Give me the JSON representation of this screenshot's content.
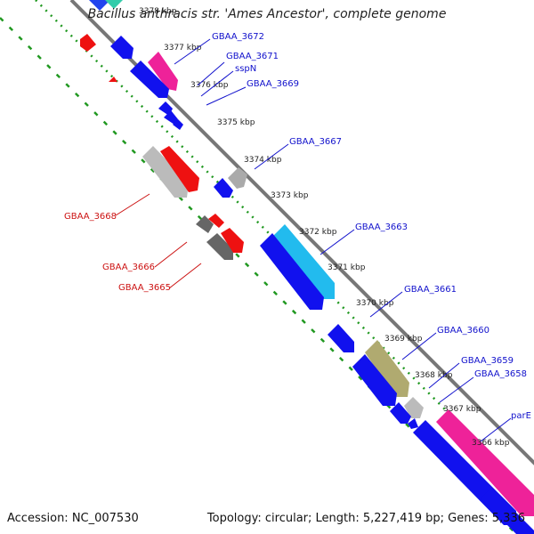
{
  "title": "Bacillus anthracis str. 'Ames Ancestor', complete genome",
  "accession_text": "Accession: NC_007530",
  "topology_text": "Topology: circular; Length: 5,227,419 bp; Genes: 5,336",
  "colors": {
    "backbone": "#777777",
    "ticks": "#229922",
    "label_blue": "#1111cc",
    "label_red": "#cc1111"
  },
  "kbp_ticks": [
    {
      "label": "3378 kbp"
    },
    {
      "label": "3377 kbp"
    },
    {
      "label": "3376 kbp"
    },
    {
      "label": "3375 kbp"
    },
    {
      "label": "3374 kbp"
    },
    {
      "label": "3373 kbp"
    },
    {
      "label": "3372 kbp"
    },
    {
      "label": "3371 kbp"
    },
    {
      "label": "3370 kbp"
    },
    {
      "label": "3369 kbp"
    },
    {
      "label": "3368 kbp"
    },
    {
      "label": "3367 kbp"
    },
    {
      "label": "3366 kbp"
    }
  ],
  "gene_labels": [
    {
      "name": "GBAA_3672",
      "strand": "forward"
    },
    {
      "name": "GBAA_3671",
      "strand": "forward"
    },
    {
      "name": "sspN",
      "strand": "forward"
    },
    {
      "name": "GBAA_3669",
      "strand": "forward"
    },
    {
      "name": "GBAA_3667",
      "strand": "forward"
    },
    {
      "name": "GBAA_3668",
      "strand": "reverse"
    },
    {
      "name": "GBAA_3663",
      "strand": "forward"
    },
    {
      "name": "GBAA_3666",
      "strand": "reverse"
    },
    {
      "name": "GBAA_3665",
      "strand": "reverse"
    },
    {
      "name": "GBAA_3661",
      "strand": "forward"
    },
    {
      "name": "GBAA_3660",
      "strand": "forward"
    },
    {
      "name": "GBAA_3659",
      "strand": "forward"
    },
    {
      "name": "GBAA_3658",
      "strand": "forward"
    },
    {
      "name": "parE",
      "strand": "forward"
    }
  ]
}
